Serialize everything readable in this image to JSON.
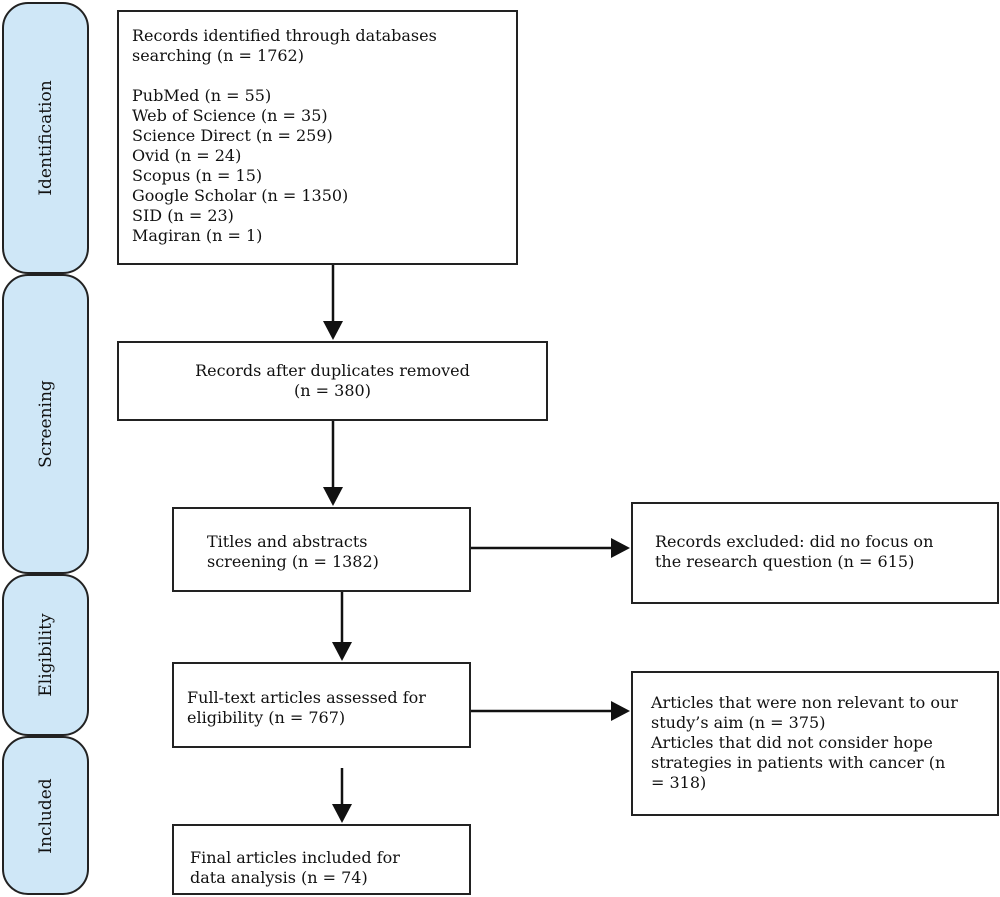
{
  "phases": {
    "identification": "Identification",
    "screening": "Screening",
    "eligibility": "Eligibility",
    "included": "Included"
  },
  "boxes": {
    "identified": {
      "heading": [
        "Records identified through databases",
        "searching (n = 1762)"
      ],
      "databases": [
        "PubMed (n = 55)",
        "Web of Science (n = 35)",
        "Science Direct (n = 259)",
        "Ovid (n = 24)",
        "Scopus (n = 15)",
        "Google Scholar (n = 1350)",
        "SID (n = 23)",
        "Magiran (n = 1)"
      ]
    },
    "duplicates_removed": [
      "Records after duplicates removed",
      "(n = 380)"
    ],
    "titles_screening": [
      "Titles and abstracts",
      "screening (n = 1382)"
    ],
    "records_excluded": [
      "Records excluded: did no focus on",
      "the research question (n = 615)"
    ],
    "fulltext_assessed": [
      "Full-text articles assessed for",
      "eligibility (n = 767)"
    ],
    "articles_excluded": [
      "Articles that were non relevant to our",
      "study’s aim (n = 375)",
      "Articles that did not consider hope",
      "strategies in patients with cancer (n",
      "= 318)"
    ],
    "final_included": [
      "Final articles included for",
      "data analysis (n = 74)"
    ]
  }
}
